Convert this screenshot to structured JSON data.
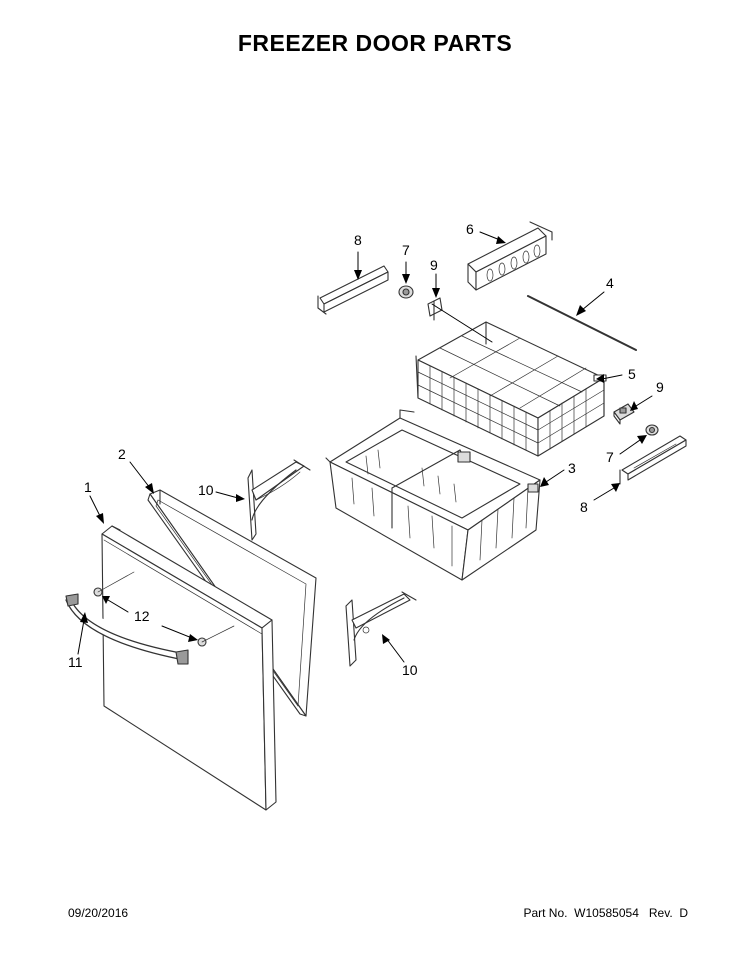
{
  "title": "FREEZER DOOR PARTS",
  "callouts": {
    "c1": "1",
    "c2": "2",
    "c3": "3",
    "c4": "4",
    "c5": "5",
    "c6": "6",
    "c7a": "7",
    "c7b": "7",
    "c8a": "8",
    "c8b": "8",
    "c9a": "9",
    "c9b": "9",
    "c10a": "10",
    "c10b": "10",
    "c11": "11",
    "c12": "12"
  },
  "footer": {
    "date": "09/20/2016",
    "part_no": "Part No.  W10585054   Rev.  D"
  }
}
